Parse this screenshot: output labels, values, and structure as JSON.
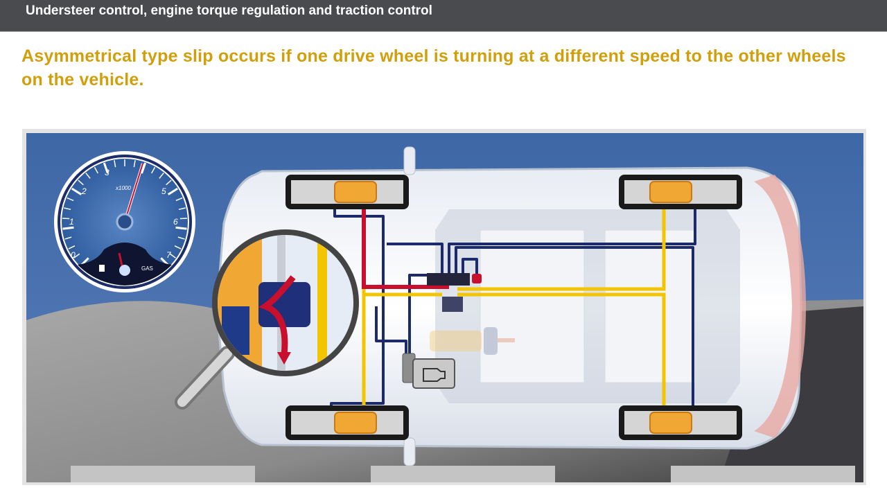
{
  "header": {
    "title": "Understeer control, engine torque regulation and traction control"
  },
  "main": {
    "heading": "Asymmetrical type slip occurs if one drive wheel is turning at a different speed to the other wheels on the vehicle."
  },
  "diagram": {
    "tachometer": {
      "scale_labels": [
        "0",
        "1",
        "2",
        "3",
        "5",
        "6",
        "7"
      ],
      "unit_label": "x1000",
      "fuel_label": "GAS",
      "fuel_icon": "fuel-pump-icon"
    },
    "colors": {
      "brake_line_active": "#c8102e",
      "brake_line": "#f2c500",
      "signal_line": "#1b2a6b",
      "sky": "#4a72ad",
      "road": "#8c8c8c"
    },
    "icons": [
      "magnifier-icon",
      "engine-icon",
      "warning-lamp-icon"
    ]
  }
}
